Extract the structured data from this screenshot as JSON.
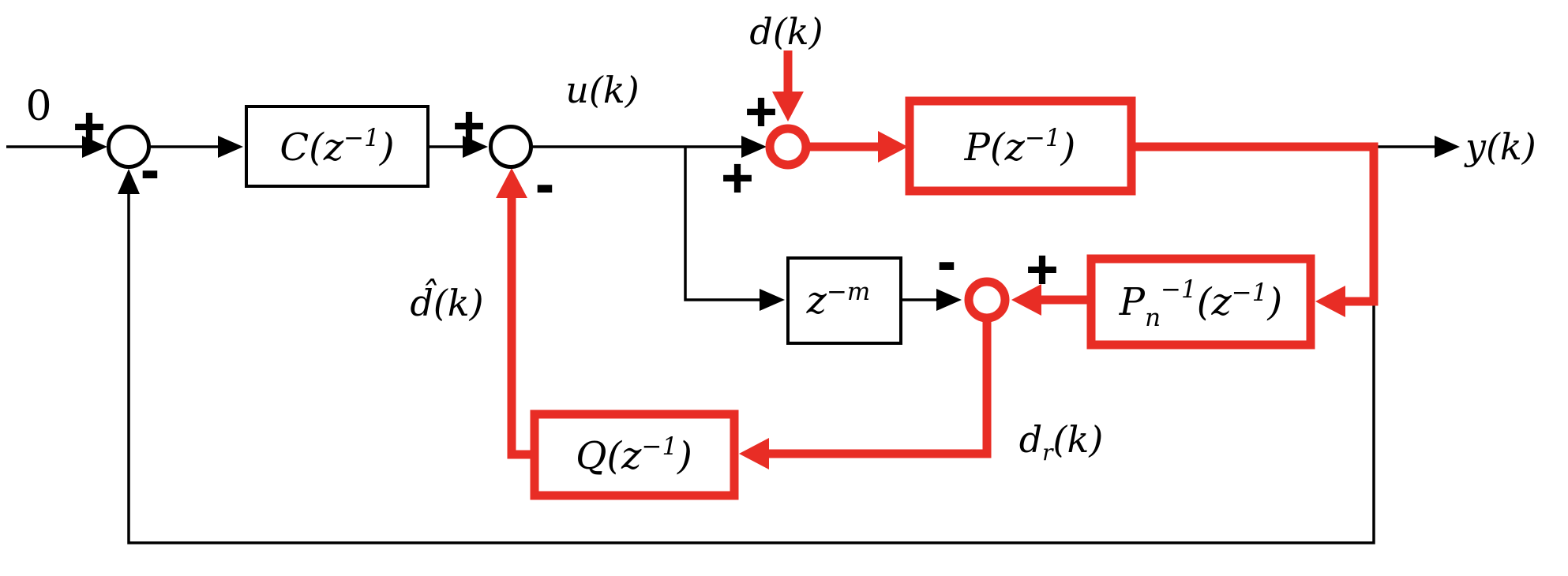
{
  "diagram": {
    "title_hint": "discrete-time disturbance-observer control loop block diagram",
    "colors": {
      "highlight_red": "#e82d25",
      "line_black": "#000000",
      "background": "#ffffff"
    },
    "blocks": {
      "controller": [
        "C(z",
        "−1",
        ")"
      ],
      "plant": [
        "P(z",
        "−1",
        ")"
      ],
      "inverse_nominal_plant": [
        "P",
        "n",
        "−1",
        "(z",
        "−1",
        ")"
      ],
      "delay": [
        "z",
        "−m"
      ],
      "q_filter": [
        "Q(z",
        "−1",
        ")"
      ]
    },
    "signals": {
      "reference": "0",
      "control_input": "u(k)",
      "disturbance": "d(k)",
      "output": "y(k)",
      "disturbance_estimate": "d̂(k)",
      "raw_disturbance_estimate": [
        "d",
        "r",
        "(k)"
      ]
    },
    "sums": {
      "sum1": {
        "plus": "+",
        "minus": "-"
      },
      "sum2": {
        "plus": "+",
        "minus": "-"
      },
      "sum3": {
        "plus_top": "+",
        "plus_left": "+"
      },
      "sum4": {
        "minus": "-",
        "plus": "+"
      }
    }
  }
}
